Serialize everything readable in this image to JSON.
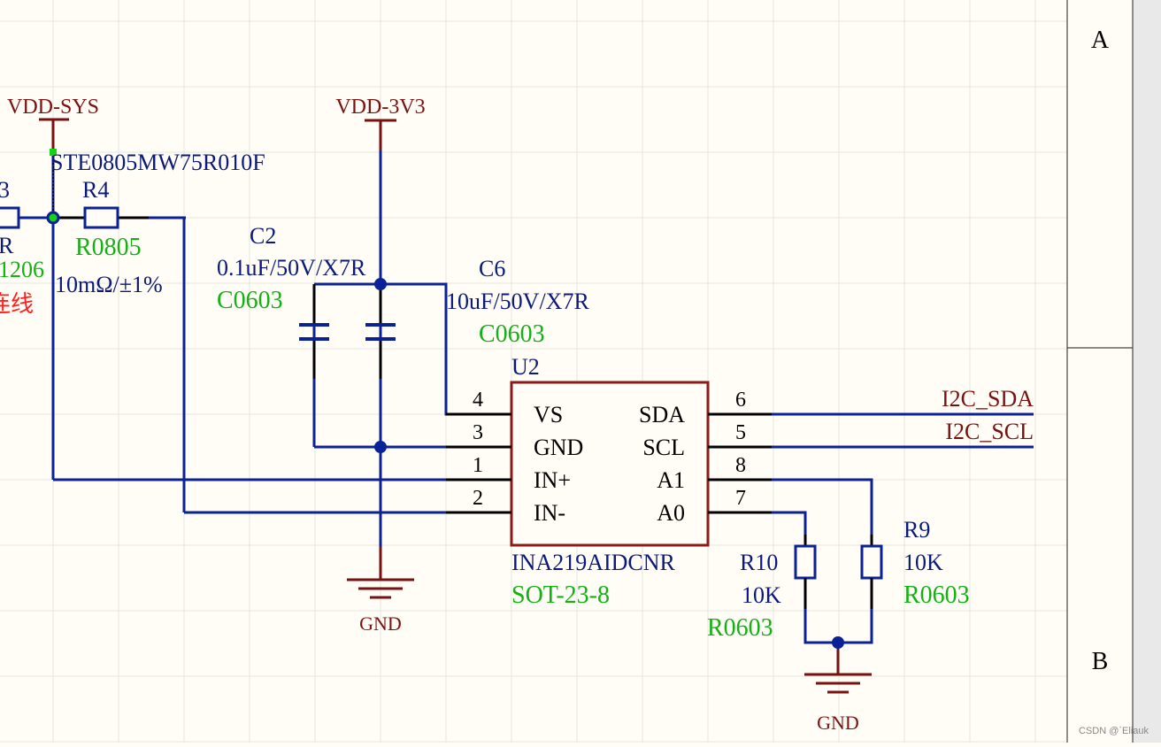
{
  "colors": {
    "background": "#fffdf6",
    "grid": "#e6e6e0",
    "wire": "#0b2196",
    "power": "#7a1111",
    "text_blue": "#0b1a7a",
    "text_green": "#13b113",
    "text_red": "#ff1f1f",
    "pin": "#000000",
    "chip_border": "#8b1a1a",
    "frame": "#444444"
  },
  "frame": {
    "zone_a": "A",
    "zone_b": "B"
  },
  "power_ports": {
    "vdd_sys": "VDD-SYS",
    "vdd_3v3": "VDD-3V3",
    "gnd_1": "GND",
    "gnd_2": "GND"
  },
  "partial": {
    "r3_name": "3",
    "r3_value": "R",
    "r3_footprint": "1206",
    "note": "连线"
  },
  "r4": {
    "designator": "R4",
    "footprint": "R0805",
    "value": "10mΩ/±1%",
    "part_number": "STE0805MW75R010F"
  },
  "c2": {
    "designator": "C2",
    "value": "0.1uF/50V/X7R",
    "footprint": "C0603"
  },
  "c6": {
    "designator": "C6",
    "value": "10uF/50V/X7R",
    "footprint": "C0603"
  },
  "u2": {
    "designator": "U2",
    "part": "INA219AIDCNR",
    "footprint": "SOT-23-8",
    "left_pins": [
      {
        "num": "4",
        "name": "VS"
      },
      {
        "num": "3",
        "name": "GND"
      },
      {
        "num": "1",
        "name": "IN+"
      },
      {
        "num": "2",
        "name": "IN-"
      }
    ],
    "right_pins": [
      {
        "num": "6",
        "name": "SDA"
      },
      {
        "num": "5",
        "name": "SCL"
      },
      {
        "num": "8",
        "name": "A1"
      },
      {
        "num": "7",
        "name": "A0"
      }
    ]
  },
  "r10": {
    "designator": "R10",
    "value": "10K",
    "footprint": "R0603"
  },
  "r9": {
    "designator": "R9",
    "value": "10K",
    "footprint": "R0603"
  },
  "nets": {
    "sda": "I2C_SDA",
    "scl": "I2C_SCL"
  },
  "watermark": "CSDN @`Eliauk"
}
